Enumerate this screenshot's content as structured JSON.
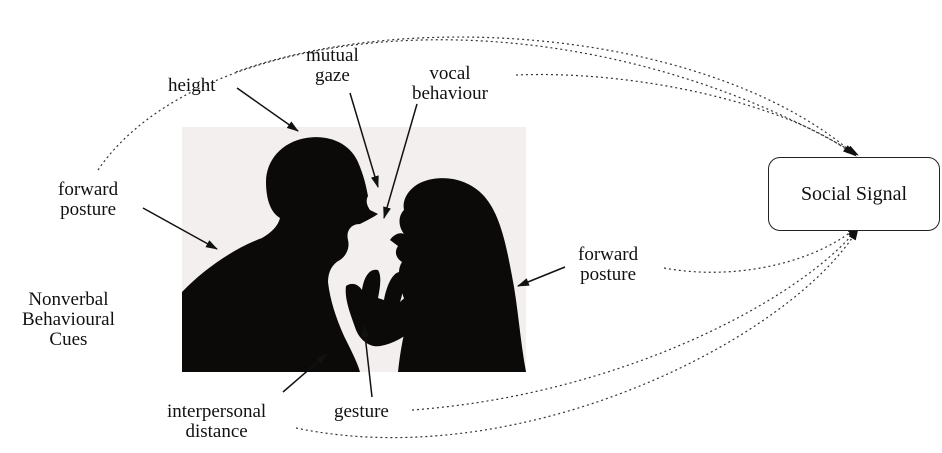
{
  "labels": {
    "height": "height",
    "mutual_gaze": [
      "mutual",
      "gaze"
    ],
    "vocal_behaviour": [
      "vocal",
      "behaviour"
    ],
    "forward_posture_left": [
      "forward",
      "posture"
    ],
    "forward_posture_right": [
      "forward",
      "posture"
    ],
    "interpersonal_distance": [
      "interpersonal",
      "distance"
    ],
    "gesture": "gesture",
    "cues_group": [
      "Nonverbal",
      "Behavioural",
      "Cues"
    ]
  },
  "social_signal": "Social Signal",
  "colors": {
    "ink": "#111111",
    "photo_background": "#f2efee",
    "silhouette": "#0c0a09"
  }
}
